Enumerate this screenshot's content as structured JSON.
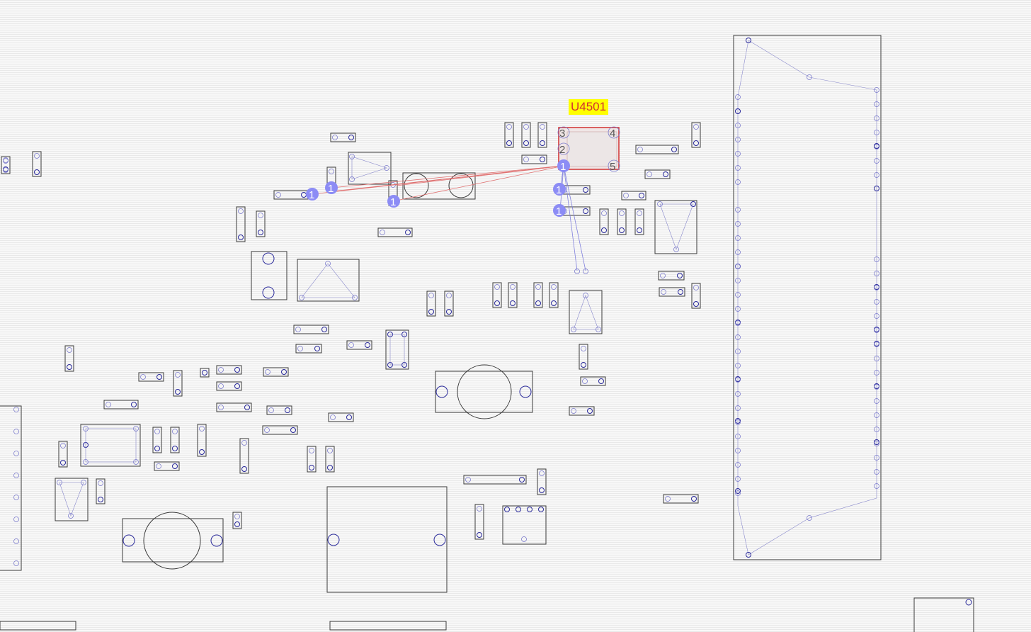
{
  "selected_component": {
    "refdes": "U4501",
    "pins": [
      "1",
      "2",
      "3",
      "4",
      "5"
    ],
    "highlight_color": "#d23c3c",
    "label_background": "#ffff00"
  },
  "net_markers": [
    "1",
    "1",
    "1",
    "1",
    "1",
    "1"
  ],
  "marker_color": "#8c8cf5",
  "ratsnest_color": "#e07070"
}
